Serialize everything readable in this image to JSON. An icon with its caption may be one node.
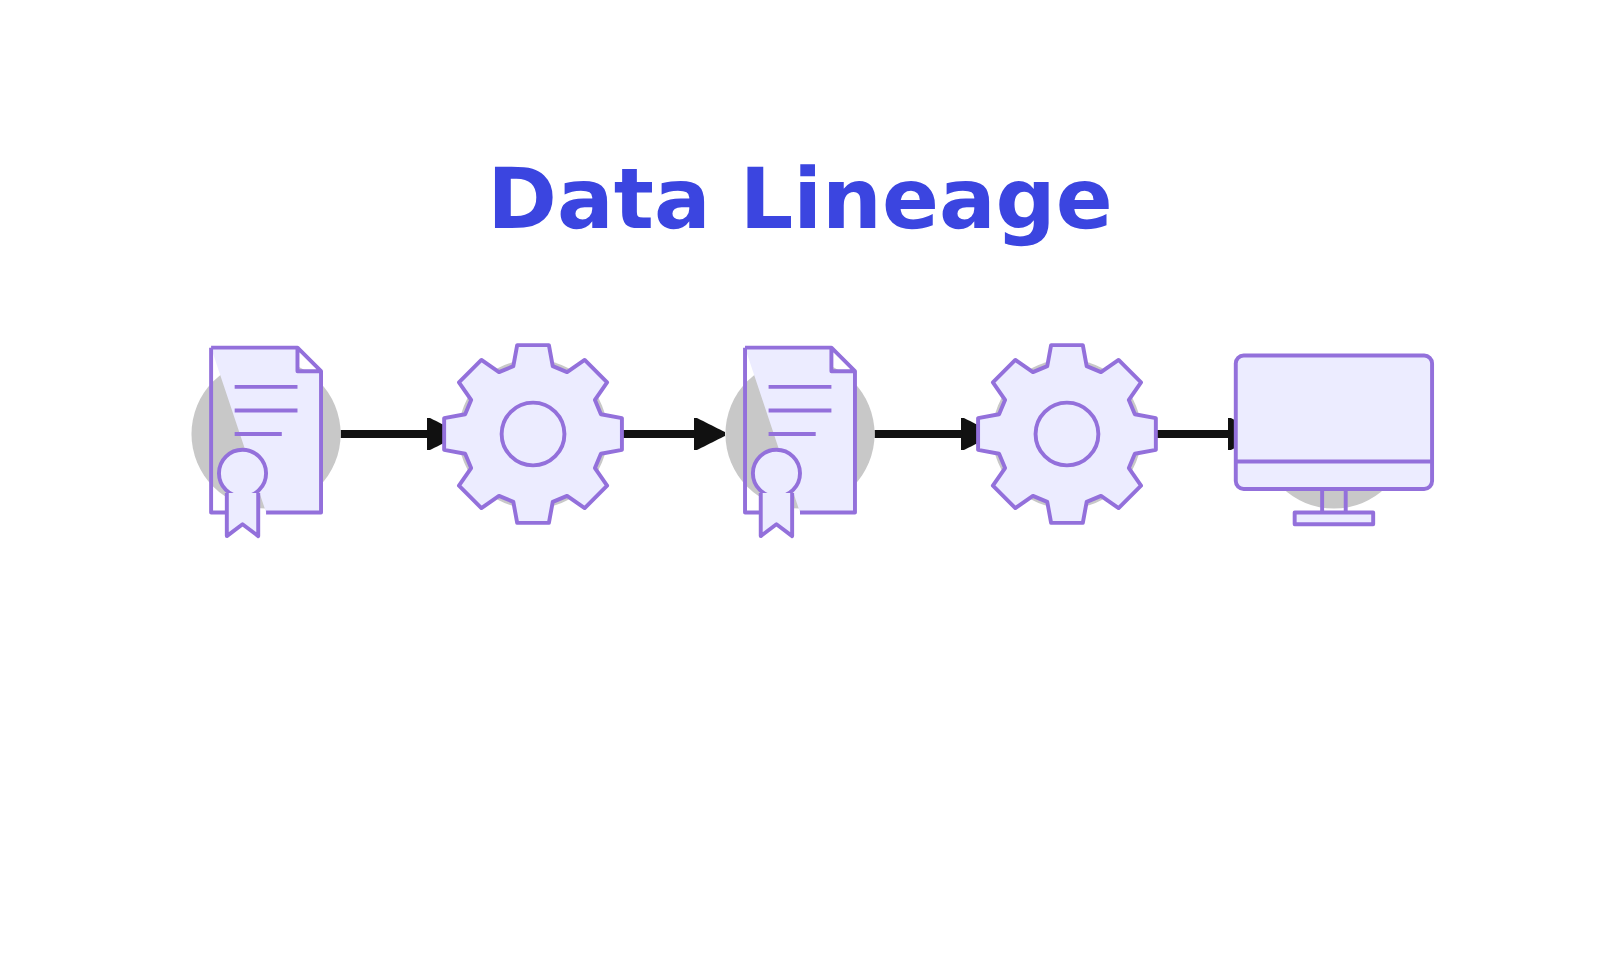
{
  "diagram": {
    "title": "Data Lineage",
    "nodes": [
      {
        "text": [],
        "shape": "circle"
      },
      {
        "text": [],
        "shape": "circle"
      },
      {
        "text": [],
        "shape": "circle"
      },
      {
        "text": [],
        "shape": "circle"
      },
      {
        "text": [],
        "shape": "circle"
      }
    ],
    "edges": [
      {
        "from": 0,
        "to": 1,
        "arrow": "to"
      },
      {
        "from": 1,
        "to": 2,
        "arrow": "to"
      },
      {
        "from": 2,
        "to": 3,
        "arrow": "to"
      },
      {
        "from": 3,
        "to": 4,
        "arrow": "to"
      }
    ]
  }
}
